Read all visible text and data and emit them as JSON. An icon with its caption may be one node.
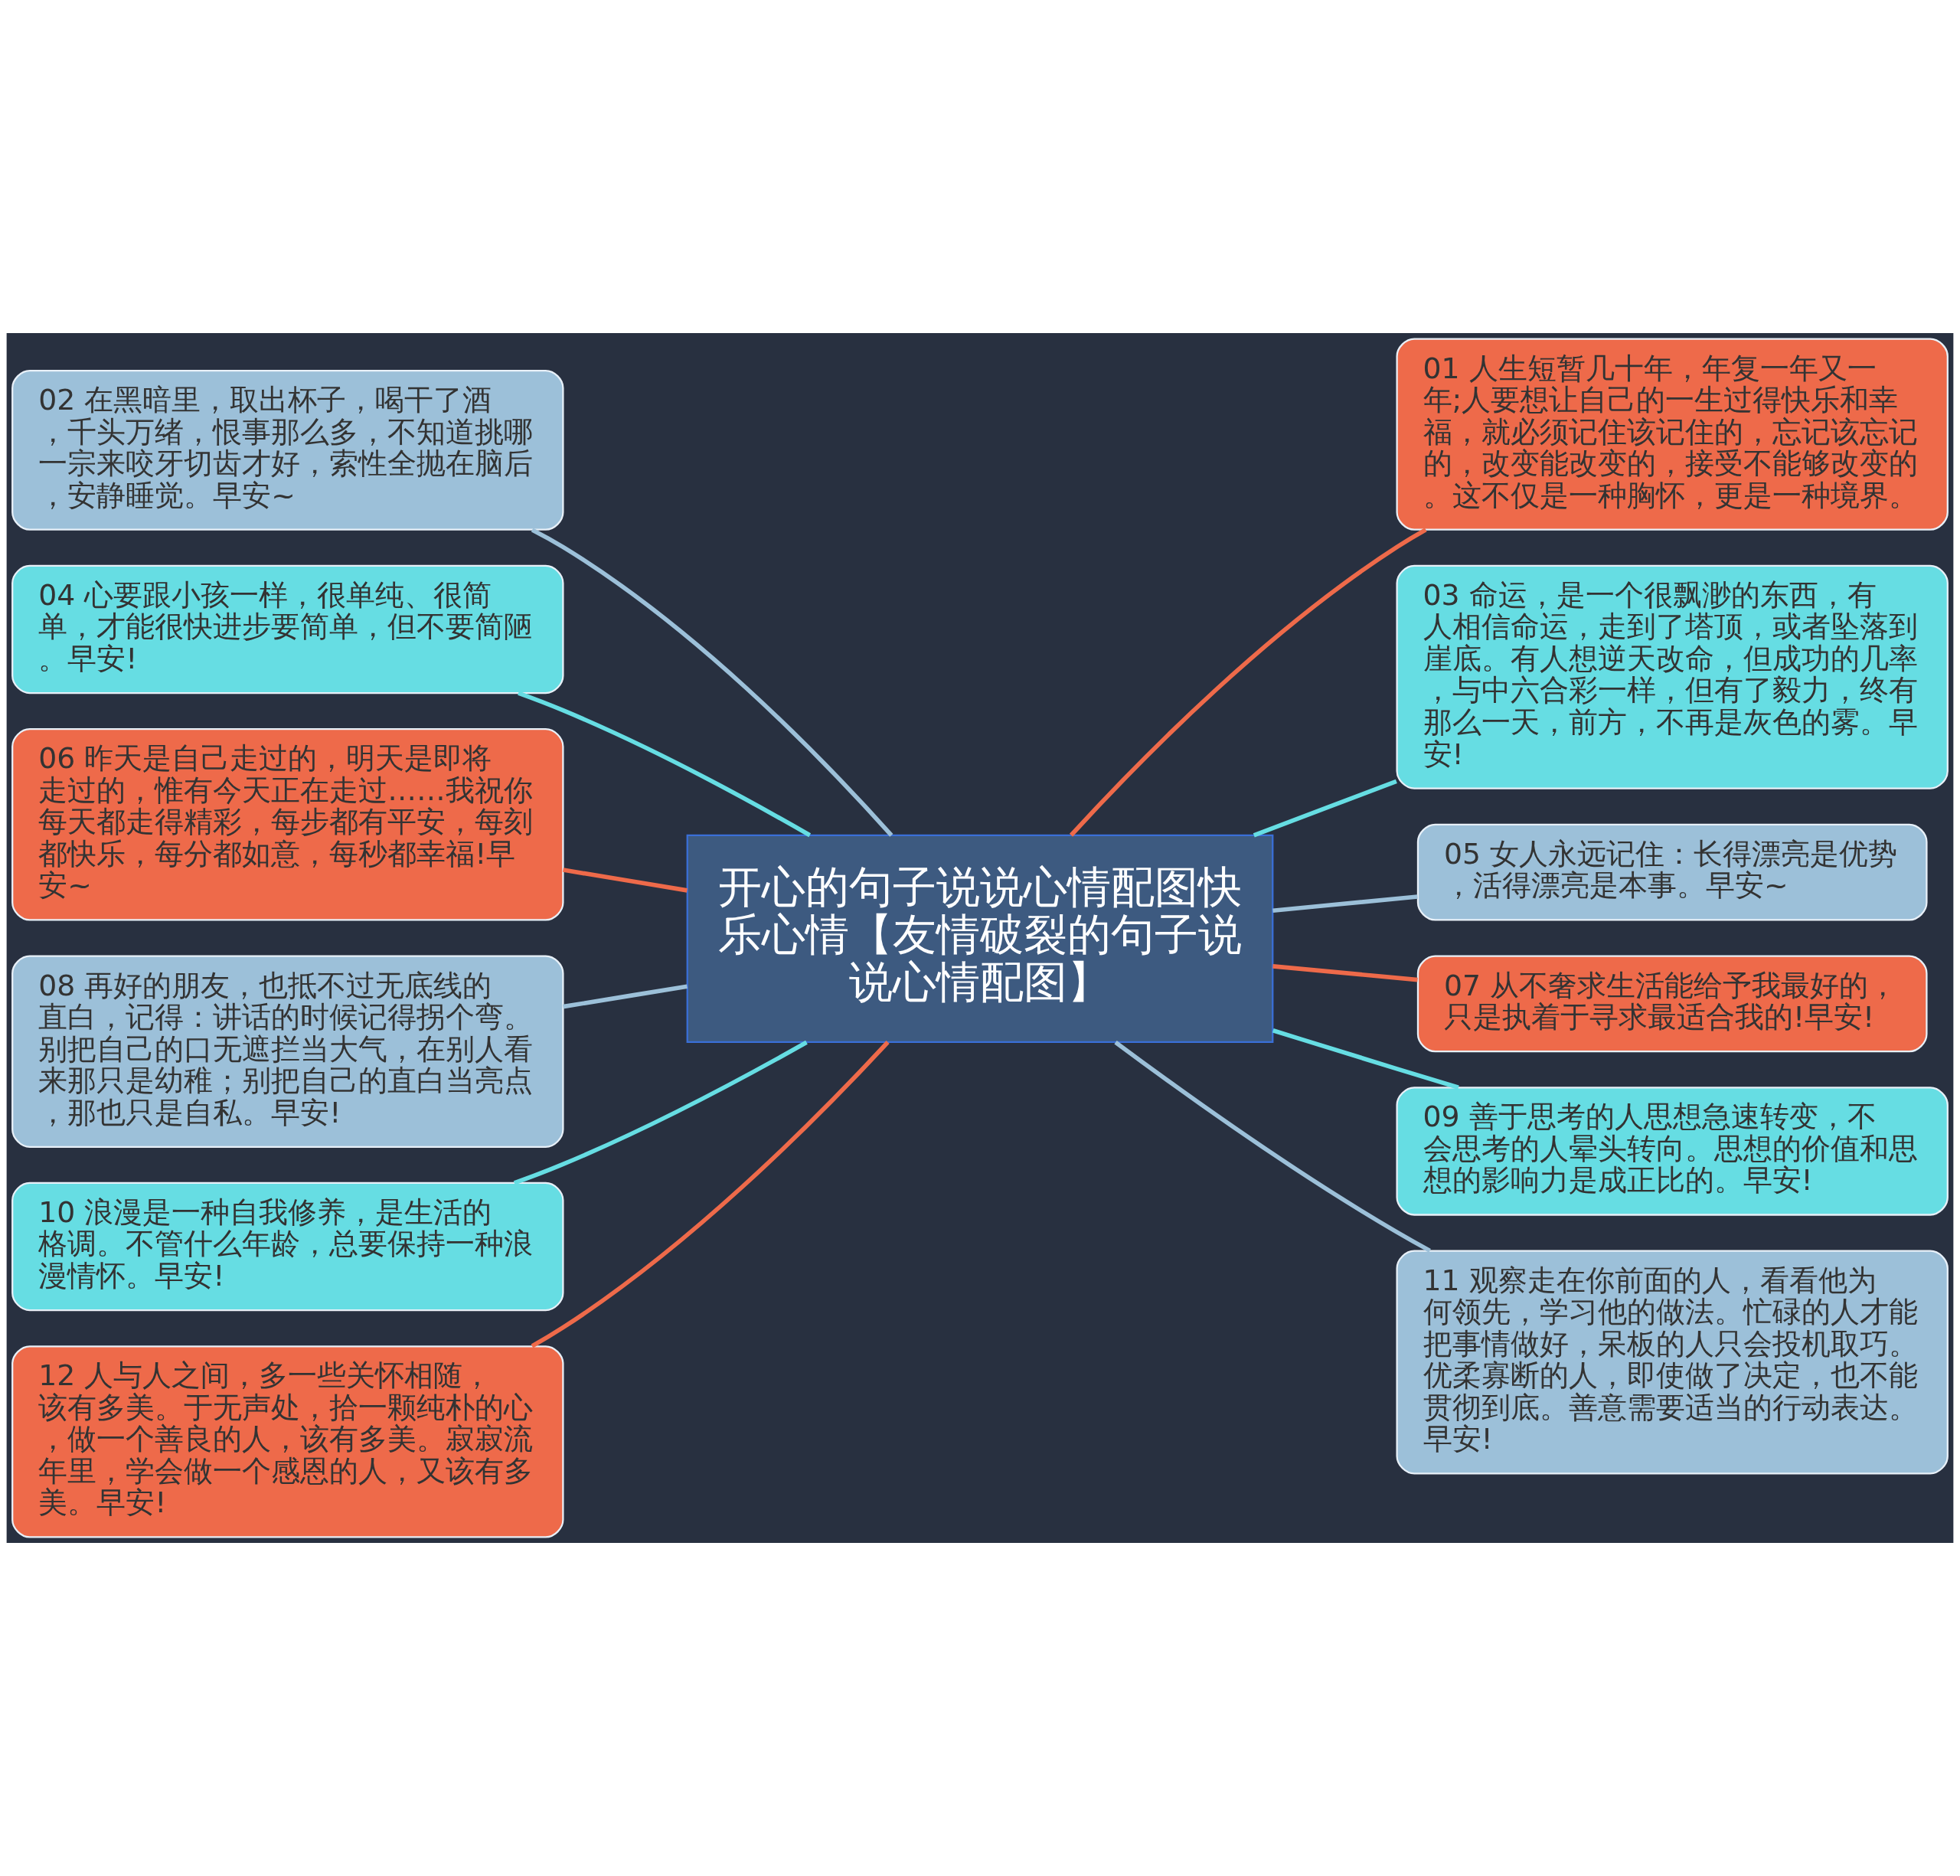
{
  "diagram": {
    "nodes": [
      {
        "text": [
          "开心的句子说说心情配图快乐心情【友情破裂的句子说说心情配图】"
        ]
      },
      {
        "text": [
          "01 人生短暂几十年，年复一年又一年;人要想让自己的一生过得快乐和幸福，就必须记住该记住的，忘记该忘记的，改变能改变的，接受不能够改变的。这不仅是一种胸怀，更是一种境界。"
        ]
      },
      {
        "text": [
          "02 在黑暗里，取出杯子，喝干了酒，千头万绪，恨事那么多，不知道挑哪一宗来咬牙切齿才好，索性全抛在脑后，安静睡觉。早安~"
        ]
      },
      {
        "text": [
          "03 命运，是一个很飘渺的东西，有人相信命运，走到了塔顶，或者坠落到崖底。有人想逆天改命，但成功的几率，与中六合彩一样，但有了毅力，终有那么一天，前方，不再是灰色的雾。早安!"
        ]
      },
      {
        "text": [
          "04 心要跟小孩一样，很单纯、很简单，才能很快进步要简单，但不要简陋。早安!"
        ]
      },
      {
        "text": [
          "05 女人永远记住：长得漂亮是优势，活得漂亮是本事。早安~"
        ]
      },
      {
        "text": [
          "06 昨天是自己走过的，明天是即将走过的，惟有今天正在走过……我祝你每天都走得精彩，每步都有平安，每刻都快乐，每分都如意，每秒都幸福!早安~"
        ]
      },
      {
        "text": [
          "07 从不奢求生活能给予我最好的，只是执着于寻求最适合我的!早安!"
        ]
      },
      {
        "text": [
          "08 再好的朋友，也抵不过无底线的直白，记得：讲话的时候记得拐个弯。别把自己的口无遮拦当大气，在别人看来那只是幼稚；别把自己的直白当亮点，那也只是自私。早安!"
        ]
      },
      {
        "text": [
          "09 善于思考的人思想急速转变，不会思考的人晕头转向。思想的价值和思想的影响力是成正比的。早安!"
        ]
      },
      {
        "text": [
          "10 浪漫是一种自我修养，是生活的格调。不管什么年龄，总要保持一种浪漫情怀。早安!"
        ]
      },
      {
        "text": [
          "11 观察走在你前面的人，看看他为何领先，学习他的做法。忙碌的人才能把事情做好，呆板的人只会投机取巧。优柔寡断的人，即使做了决定，也不能贯彻到底。善意需要适当的行动表达。早安!"
        ]
      },
      {
        "text": [
          "12 人与人之间，多一些关怀相随，该有多美。于无声处，拾一颗纯朴的心，做一个善良的人，该有多美。寂寂流年里，学会做一个感恩的人，又该有多美。早安!"
        ]
      }
    ],
    "edges": [
      {
        "from": 0,
        "to": 1,
        "arrow": "none",
        "color": "#ee6a4a"
      },
      {
        "from": 0,
        "to": 2,
        "arrow": "none",
        "color": "#9cc0d9"
      },
      {
        "from": 0,
        "to": 3,
        "arrow": "none",
        "color": "#66dde3"
      },
      {
        "from": 0,
        "to": 4,
        "arrow": "none",
        "color": "#66dde3"
      },
      {
        "from": 0,
        "to": 5,
        "arrow": "none",
        "color": "#9cc0d9"
      },
      {
        "from": 0,
        "to": 6,
        "arrow": "none",
        "color": "#ee6a4a"
      },
      {
        "from": 0,
        "to": 7,
        "arrow": "none",
        "color": "#ee6a4a"
      },
      {
        "from": 0,
        "to": 8,
        "arrow": "none",
        "color": "#9cc0d9"
      },
      {
        "from": 0,
        "to": 9,
        "arrow": "none",
        "color": "#66dde3"
      },
      {
        "from": 0,
        "to": 10,
        "arrow": "none",
        "color": "#66dde3"
      },
      {
        "from": 0,
        "to": 11,
        "arrow": "none",
        "color": "#9cc0d9"
      },
      {
        "from": 0,
        "to": 12,
        "arrow": "none",
        "color": "#ee6a4a"
      }
    ]
  }
}
